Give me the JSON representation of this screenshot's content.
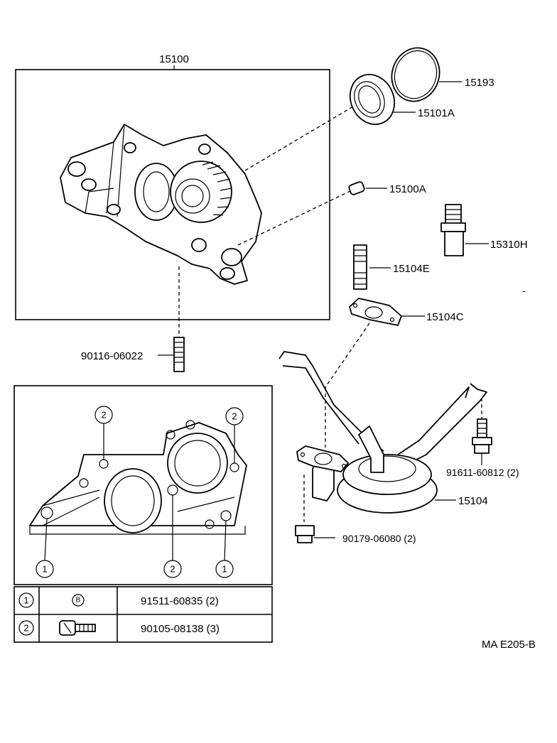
{
  "assembly_label": "15100",
  "parts": {
    "p15193": "15193",
    "p15101A": "15101A",
    "p15100A": "15100A",
    "p15310H": "15310H",
    "p15104E": "15104E",
    "p15104C": "15104C",
    "p90116": "90116-06022",
    "p91611": "91611-60812 (2)",
    "p15104": "15104",
    "p90179": "90179-06080 (2)"
  },
  "callouts": {
    "one": "1",
    "two": "2",
    "b_symbol": "B"
  },
  "legend_table": [
    {
      "key": "1",
      "part": "91511-60835 (2)"
    },
    {
      "key": "2",
      "part": "90105-08138 (3)"
    }
  ],
  "figure_code": "MA E205-B"
}
